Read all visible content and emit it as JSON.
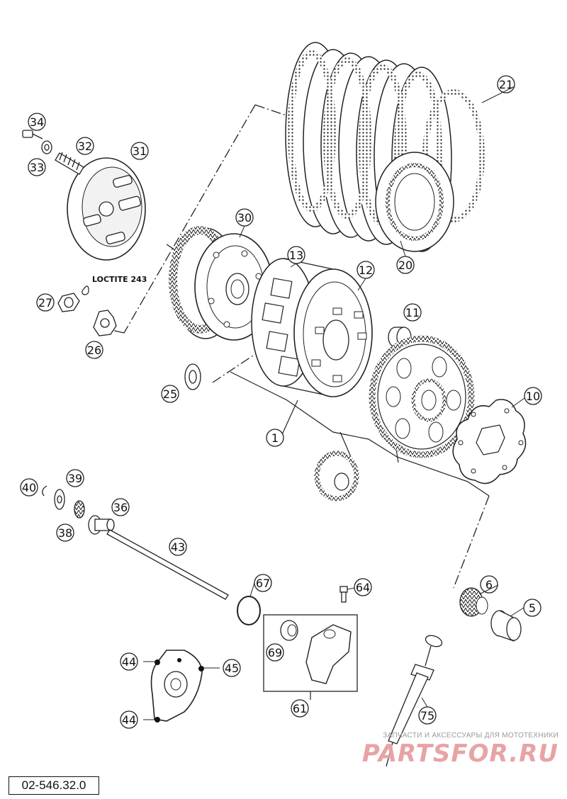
{
  "diagram": {
    "catalog_code": "02-546.32.0",
    "loctite_label": "LOCTITE 243",
    "watermark": {
      "tagline": "ЗАПЧАСТИ И АКСЕССУАРЫ ДЛЯ МОТОТЕХНИКИ",
      "brand": "PARTSFOR.RU"
    },
    "callouts": {
      "p34": "34",
      "p33": "33",
      "p32": "32",
      "p31": "31",
      "p30": "30",
      "p27": "27",
      "p26": "26",
      "p25": "25",
      "p21": "21",
      "p20": "20",
      "p13": "13",
      "p12": "12",
      "p11": "11",
      "p10": "10",
      "p1": "1",
      "p40": "40",
      "p39": "39",
      "p38": "38",
      "p36": "36",
      "p43": "43",
      "p67": "67",
      "p64": "64",
      "p6": "6",
      "p5": "5",
      "p44a": "44",
      "p45": "45",
      "p44b": "44",
      "p69": "69",
      "p61": "61",
      "p75": "75"
    }
  }
}
